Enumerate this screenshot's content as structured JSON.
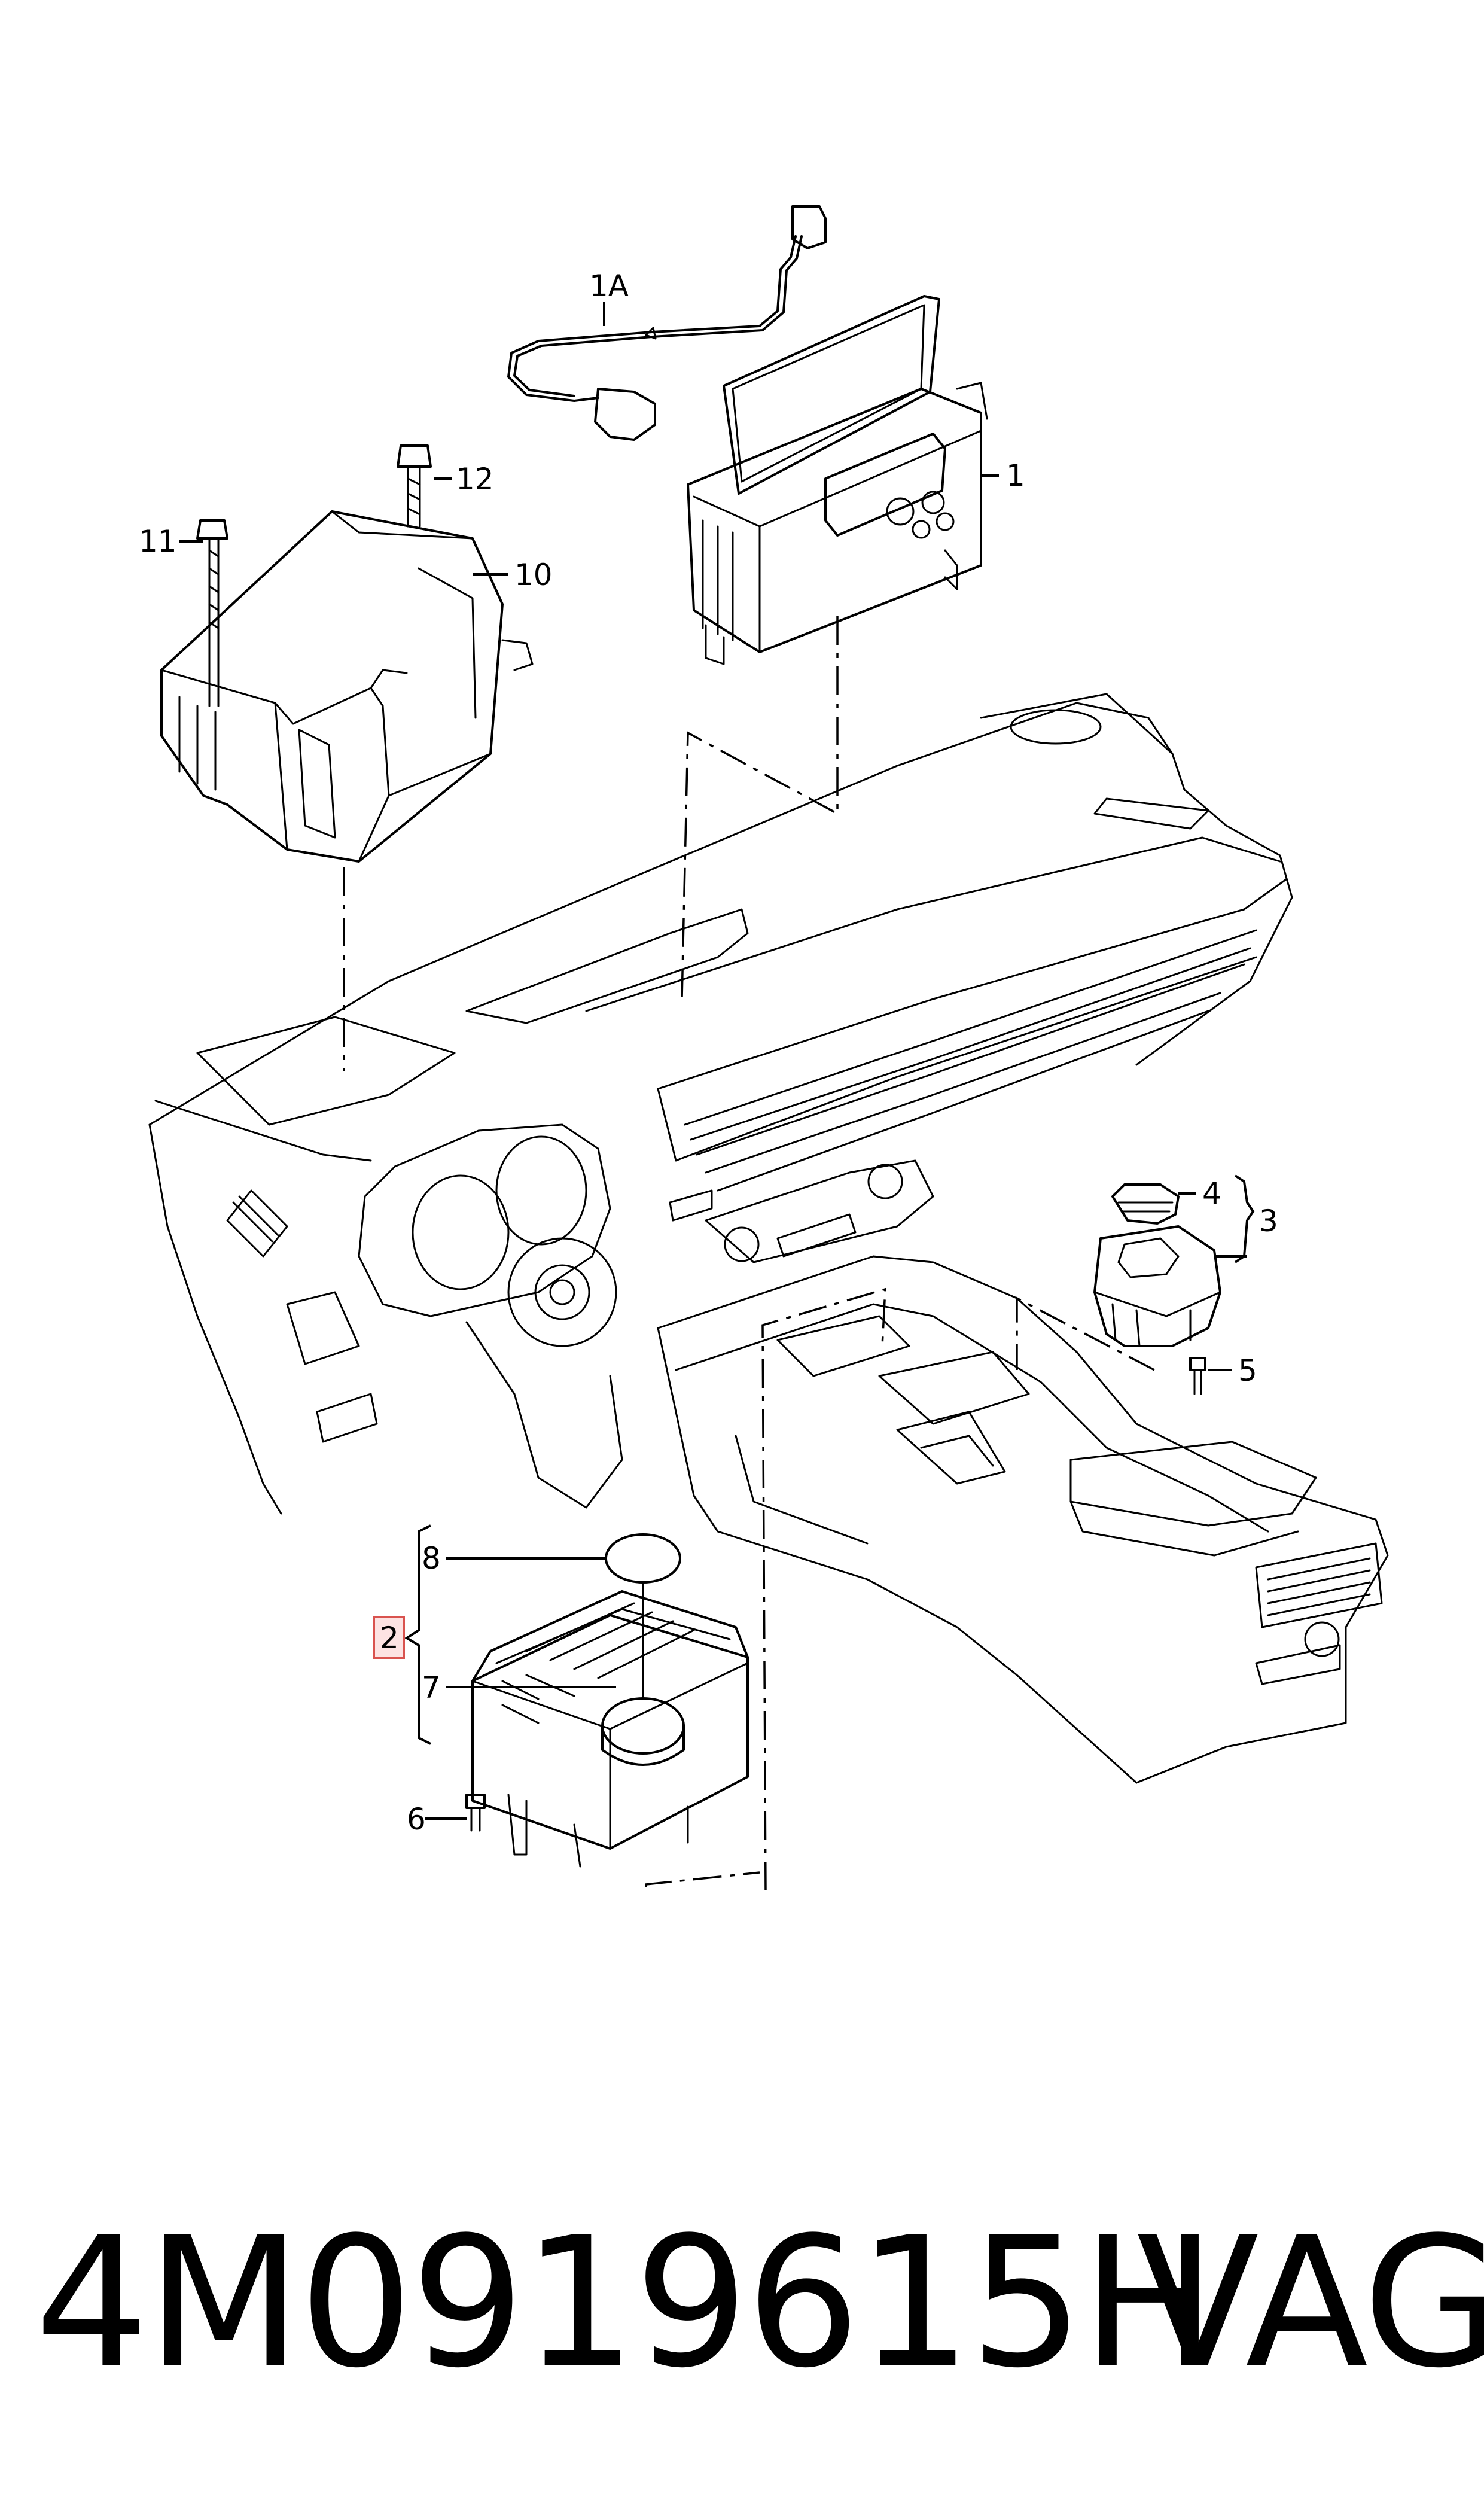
{
  "callouts": {
    "c1": "1",
    "c1A": "1A",
    "c2": "2",
    "c3": "3",
    "c4": "4",
    "c5": "5",
    "c6": "6",
    "c7": "7",
    "c8": "8",
    "c10": "10",
    "c11": "11",
    "c12": "12"
  },
  "highlight_color": "#d9534f",
  "footer": {
    "part_number": "4M0919615H",
    "brand": "VAG"
  }
}
